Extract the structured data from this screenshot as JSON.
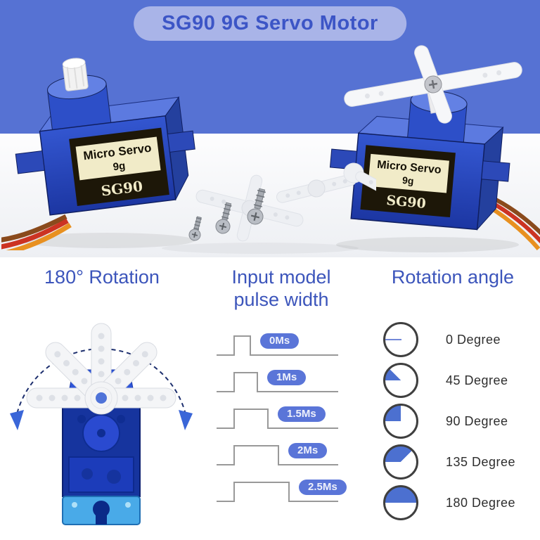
{
  "banner": {
    "title": "SG90 9G Servo Motor"
  },
  "servo_photos": {
    "left_label": {
      "name": "Micro Servo",
      "weight": "9g",
      "model": "SG90"
    },
    "right_label": {
      "name": "Micro Servo",
      "weight": "9g",
      "model": "SG90"
    }
  },
  "sections": {
    "rotation": {
      "title": "180° Rotation"
    },
    "pulse": {
      "title_line1": "Input model",
      "title_line2": "pulse width",
      "rows": [
        {
          "label": "0Ms"
        },
        {
          "label": "1Ms"
        },
        {
          "label": "1.5Ms"
        },
        {
          "label": "2Ms"
        },
        {
          "label": "2.5Ms"
        }
      ]
    },
    "angle": {
      "title": "Rotation angle",
      "items": [
        {
          "label": "0 Degree",
          "angle": 0
        },
        {
          "label": "45 Degree",
          "angle": 45
        },
        {
          "label": "90 Degree",
          "angle": 90
        },
        {
          "label": "135 Degree",
          "angle": 135
        },
        {
          "label": "180 Degree",
          "angle": 180
        }
      ]
    }
  },
  "colors": {
    "banner_bg": "#5672d3",
    "title_pill_bg": "#a9b4e8",
    "title_text": "#3c55c6",
    "heading_text": "#3c55bb",
    "pulse_pill_bg": "#5a75d8",
    "wave_line": "#999999",
    "pie_fill": "#4c70d0",
    "servo_body_blue": "#2b4cc4",
    "label_cream": "#f1ebc8"
  }
}
